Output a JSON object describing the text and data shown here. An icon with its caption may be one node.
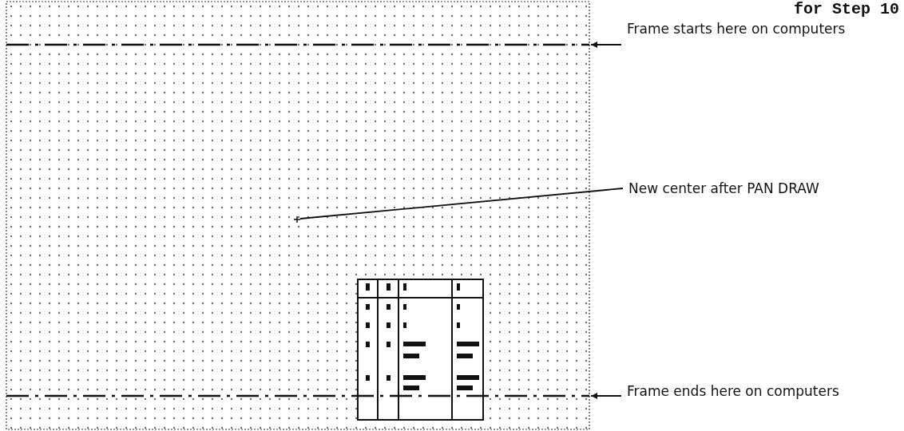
{
  "diagram": {
    "nodes": [
      {
        "text": [
          "Frame starts here on computers"
        ]
      },
      {
        "text": [],
        "shape": "line"
      },
      {
        "text": [
          "New center after PAN DRAW"
        ]
      },
      {
        "text": [],
        "shape": "cross"
      },
      {
        "text": [
          "Frame ends here on computers"
        ]
      },
      {
        "text": [],
        "shape": "line"
      }
    ],
    "edges": [
      {
        "from": 0,
        "to": 1,
        "arrow": "to"
      },
      {
        "from": 2,
        "to": 3,
        "arrow": "none"
      },
      {
        "from": 4,
        "to": 5,
        "arrow": "to"
      }
    ],
    "labels": [
      "for Step 10"
    ]
  }
}
